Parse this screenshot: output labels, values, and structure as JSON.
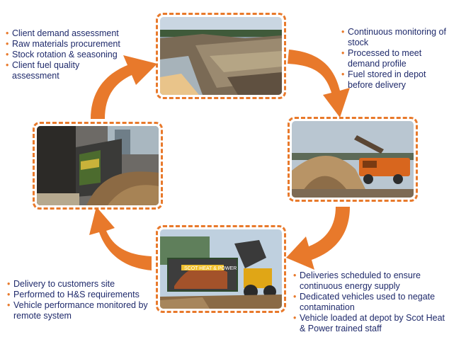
{
  "colors": {
    "accent": "#e8792b",
    "text": "#1f2a6b"
  },
  "stages": [
    {
      "photo": "timber-stockpile-photo",
      "items": [
        "Client demand assessment",
        "Raw materials procurement",
        "Stock rotation & seasoning",
        "Client fuel quality assessment"
      ]
    },
    {
      "photo": "wood-chipper-photo",
      "items": [
        "Continuous monitoring of stock",
        "Processed to meet demand profile",
        "Fuel stored in depot before delivery"
      ]
    },
    {
      "photo": "loader-and-trailer-photo",
      "items": [
        "Deliveries  scheduled to ensure continuous energy supply",
        "Dedicated vehicles used to negate contamination",
        "Vehicle loaded at depot by Scot Heat & Power trained staff"
      ]
    },
    {
      "photo": "delivery-trailer-photo",
      "items": [
        "Delivery to customers site",
        "Performed to H&S requirements",
        "Vehicle performance monitored by remote system"
      ]
    }
  ],
  "trailer_logo": "SCOT HEAT & POWER"
}
